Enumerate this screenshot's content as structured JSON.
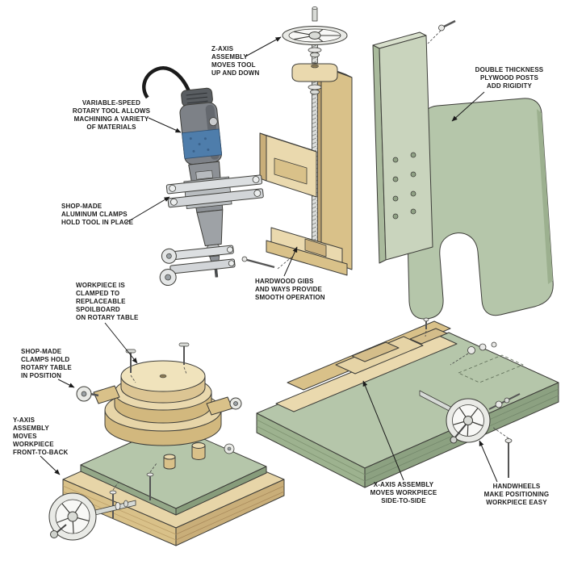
{
  "palette": {
    "sage_green": "#b5c6aa",
    "pale_sage": "#c9d4bd",
    "wood_light": "#ead9ae",
    "wood_mid": "#d9c189",
    "metal": "#e9eae6",
    "tool_gray": "#7d8187",
    "tool_blue": "#4e7dab",
    "line": "#3c3c38"
  },
  "callouts": [
    {
      "id": "z_axis",
      "text": "Z-AXIS\nASSEMBLY\nMOVES TOOL\nUP AND DOWN"
    },
    {
      "id": "rotary_tool",
      "text": "VARIABLE-SPEED\nROTARY TOOL ALLOWS\nMACHINING A VARIETY\nOF MATERIALS"
    },
    {
      "id": "plywood_posts",
      "text": "DOUBLE THICKNESS\nPLYWOOD POSTS\nADD RIGIDITY"
    },
    {
      "id": "tool_clamps",
      "text": "SHOP-MADE\nALUMINUM CLAMPS\nHOLD TOOL IN PLACE"
    },
    {
      "id": "gibs",
      "text": "HARDWOOD GIBS\nAND WAYS PROVIDE\nSMOOTH OPERATION"
    },
    {
      "id": "workpiece",
      "text": "WORKPIECE IS\nCLAMPED TO\nREPLACEABLE\nSPOILBOARD\nON ROTARY TABLE"
    },
    {
      "id": "table_clamps",
      "text": "SHOP-MADE\nCLAMPS HOLD\nROTARY TABLE\nIN POSITION"
    },
    {
      "id": "y_axis",
      "text": "Y-AXIS\nASSEMBLY\nMOVES\nWORKPIECE\nFRONT-TO-BACK"
    },
    {
      "id": "x_axis",
      "text": "X-AXIS ASSEMBLY\nMOVES WORKPIECE\nSIDE-TO-SIDE"
    },
    {
      "id": "handwheels",
      "text": "HANDWHEELS\nMAKE POSITIONING\nWORKPIECE EASY"
    }
  ]
}
